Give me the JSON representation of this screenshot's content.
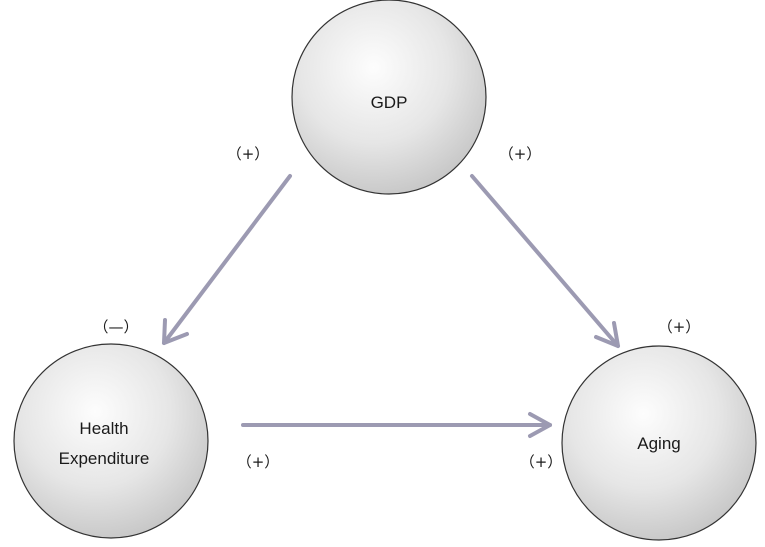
{
  "nodes": {
    "gdp": {
      "label": "GDP"
    },
    "health": {
      "label_line1": "Health",
      "label_line2": "Expenditure"
    },
    "aging": {
      "label": "Aging"
    }
  },
  "signs": {
    "gdp_to_health": "（+）",
    "gdp_to_aging": "（+）",
    "health_arrowhead": "（—）",
    "aging_top": "（+）",
    "health_to_aging": "（+）",
    "aging_left": "（+）"
  },
  "colors": {
    "edge": "#9c9ab2",
    "node_stroke": "#333333",
    "node_fill_light": "#ffffff",
    "node_fill_dark": "#c4c4c4"
  }
}
